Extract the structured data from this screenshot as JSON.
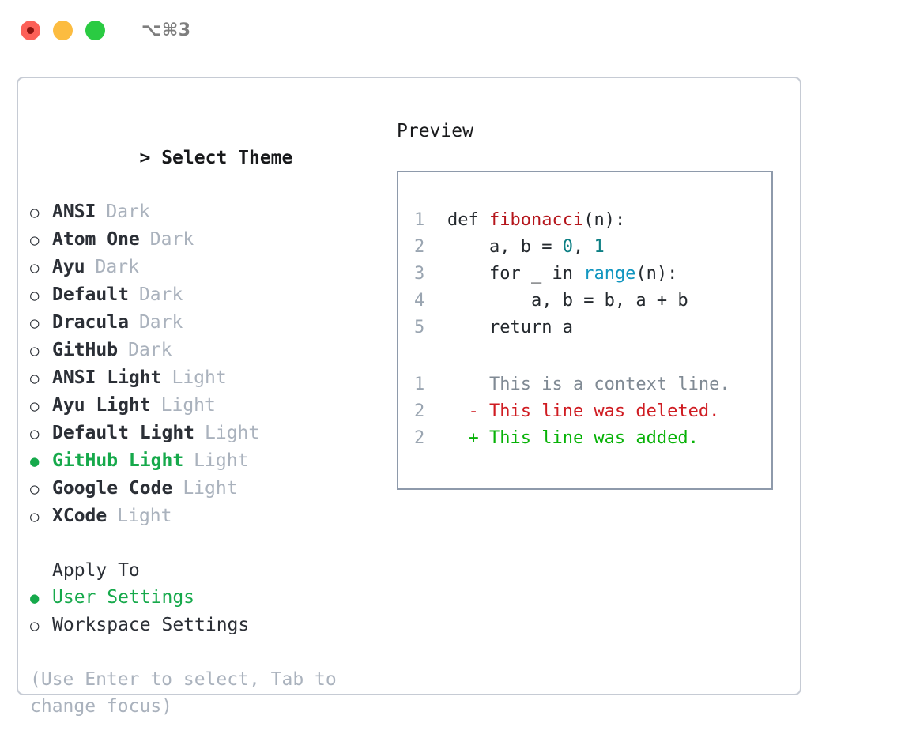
{
  "titlebar": {
    "shortcut": "⌥⌘3",
    "buttons": [
      {
        "name": "close",
        "color": "#fc6058"
      },
      {
        "name": "minimize",
        "color": "#fcbc40"
      },
      {
        "name": "zoom",
        "color": "#2acb42"
      }
    ]
  },
  "left": {
    "heading_caret": ">",
    "heading": "Select Theme",
    "themes": [
      {
        "marker": "○",
        "label": "ANSI",
        "tag": "Dark",
        "selected": false
      },
      {
        "marker": "○",
        "label": "Atom One",
        "tag": "Dark",
        "selected": false
      },
      {
        "marker": "○",
        "label": "Ayu",
        "tag": "Dark",
        "selected": false
      },
      {
        "marker": "○",
        "label": "Default",
        "tag": "Dark",
        "selected": false
      },
      {
        "marker": "○",
        "label": "Dracula",
        "tag": "Dark",
        "selected": false
      },
      {
        "marker": "○",
        "label": "GitHub",
        "tag": "Dark",
        "selected": false
      },
      {
        "marker": "○",
        "label": "ANSI Light",
        "tag": "Light",
        "selected": false
      },
      {
        "marker": "○",
        "label": "Ayu Light",
        "tag": "Light",
        "selected": false
      },
      {
        "marker": "○",
        "label": "Default Light",
        "tag": "Light",
        "selected": false
      },
      {
        "marker": "●",
        "label": "GitHub Light",
        "tag": "Light",
        "selected": true
      },
      {
        "marker": "○",
        "label": "Google Code",
        "tag": "Light",
        "selected": false
      },
      {
        "marker": "○",
        "label": "XCode",
        "tag": "Light",
        "selected": false
      }
    ],
    "apply_to_title": "Apply To",
    "apply_to": [
      {
        "marker": "●",
        "label": "User Settings",
        "selected": true
      },
      {
        "marker": "○",
        "label": "Workspace Settings",
        "selected": false
      }
    ],
    "hint": "(Use Enter to select, Tab to change focus)"
  },
  "right": {
    "preview_title": "Preview",
    "code": [
      {
        "ln": "1",
        "indent": "",
        "parts": [
          {
            "t": "def ",
            "cls": ""
          },
          {
            "t": "fibonacci",
            "cls": "tok-fn"
          },
          {
            "t": "(n):",
            "cls": ""
          }
        ]
      },
      {
        "ln": "2",
        "indent": "    ",
        "parts": [
          {
            "t": "a, b = ",
            "cls": ""
          },
          {
            "t": "0",
            "cls": "tok-num"
          },
          {
            "t": ", ",
            "cls": ""
          },
          {
            "t": "1",
            "cls": "tok-num"
          }
        ]
      },
      {
        "ln": "3",
        "indent": "    ",
        "parts": [
          {
            "t": "for _ in ",
            "cls": ""
          },
          {
            "t": "range",
            "cls": "tok-call"
          },
          {
            "t": "(n):",
            "cls": ""
          }
        ]
      },
      {
        "ln": "4",
        "indent": "        ",
        "parts": [
          {
            "t": "a, b = b, a + b",
            "cls": ""
          }
        ]
      },
      {
        "ln": "5",
        "indent": "    ",
        "parts": [
          {
            "t": "return a",
            "cls": ""
          }
        ]
      }
    ],
    "diff": [
      {
        "ln": "1",
        "sign": "  ",
        "text": "This is a context line.",
        "cls": "diff-ctx"
      },
      {
        "ln": "2",
        "sign": "- ",
        "text": "This line was deleted.",
        "cls": "diff-del"
      },
      {
        "ln": "2",
        "sign": "+ ",
        "text": "This line was added.",
        "cls": "diff-add"
      }
    ]
  },
  "colors": {
    "panel_border": "#c6cbd4",
    "preview_border": "#8e9aab",
    "selected_green": "#16a94b",
    "muted_tag": "#aab2bd",
    "line_number": "#9aa5b1",
    "diff_added": "#07b207",
    "diff_deleted": "#cf1c22",
    "diff_context": "#808a94",
    "token_function": "#b5161c",
    "token_number": "#0d7f84",
    "token_call": "#1296c0"
  }
}
